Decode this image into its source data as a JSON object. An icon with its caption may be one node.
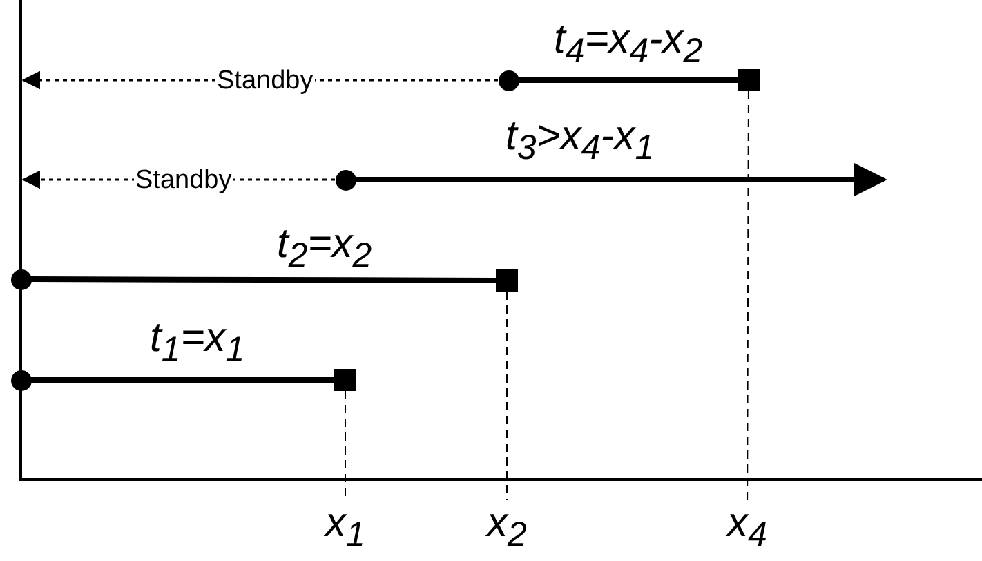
{
  "diagram": {
    "nodes": [
      {
        "text": [],
        "shape": "circle"
      },
      {
        "text": [],
        "shape": "box"
      },
      {
        "text": [],
        "shape": "circle"
      },
      {
        "text": [],
        "shape": "circle"
      },
      {
        "text": [],
        "shape": "box"
      },
      {
        "text": [],
        "shape": "circle"
      },
      {
        "text": [],
        "shape": "box"
      },
      {
        "text": [
          "x$_{1}$"
        ]
      },
      {
        "text": [
          "x$_{2}$"
        ]
      },
      {
        "text": [
          "x$_{4}$"
        ]
      }
    ],
    "edges": [
      {
        "from": 0,
        "to": 1,
        "arrow": "none",
        "label": "t$_{4}$=x$_{4}$-x$_{2}$",
        "style": "thick"
      },
      {
        "from": 2,
        "to": null,
        "arrow": "to",
        "label": "t$_{3}$>x$_{4}$-x$_{1}$",
        "style": "thick"
      },
      {
        "from": 3,
        "to": 4,
        "arrow": "none",
        "label": "t$_{2}$=x$_{2}$",
        "style": "thick"
      },
      {
        "from": 5,
        "to": 6,
        "arrow": "none",
        "label": "t$_{1}$=x$_{1}$",
        "style": "thick"
      },
      {
        "from": 0,
        "to": null,
        "arrow": "to",
        "label": "Standby",
        "style": "dashed"
      },
      {
        "from": 2,
        "to": null,
        "arrow": "to",
        "label": "Standby",
        "style": "dashed"
      },
      {
        "from": 6,
        "to": 7,
        "arrow": "none",
        "style": "dashed"
      },
      {
        "from": 4,
        "to": 8,
        "arrow": "none",
        "style": "dashed"
      },
      {
        "from": 1,
        "to": 9,
        "arrow": "none",
        "style": "dashed"
      }
    ]
  }
}
